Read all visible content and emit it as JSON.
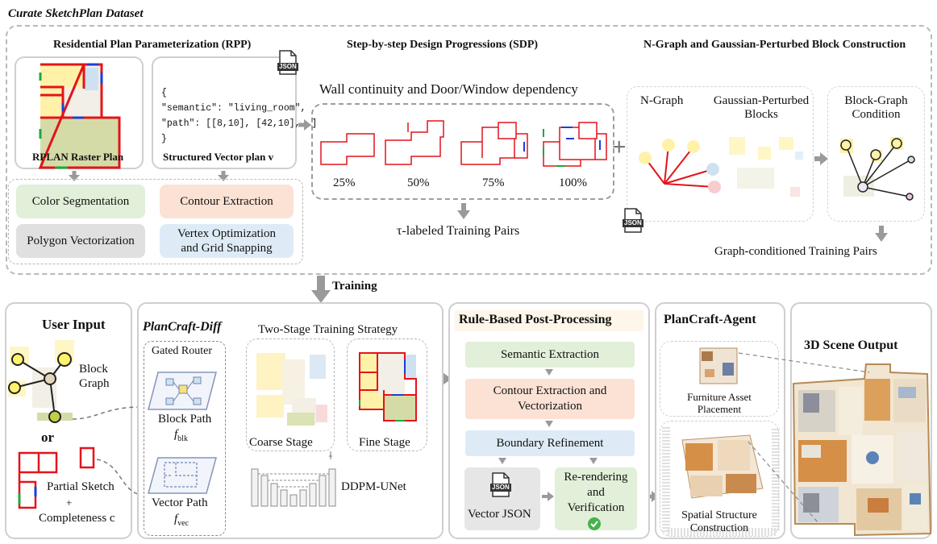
{
  "title": "Curate SketchPlan Dataset",
  "rpp": {
    "title": "Residential Plan Parameterization (RPP)",
    "raster_label": "RPLAN Raster Plan",
    "vector_label": "Structured Vector plan v",
    "json_line1": "{",
    "json_line2": "\"semantic\": \"living_room\",",
    "json_line3": "\"path\": [[8,10], [42,10], …]",
    "json_line4": "}",
    "steps": {
      "color_segmentation": "Color Segmentation",
      "contour_extraction": "Contour Extraction",
      "polygon_vectorization": "Polygon Vectorization",
      "vertex_optimization_1": "Vertex Optimization",
      "vertex_optimization_2": "and Grid Snapping"
    }
  },
  "json_badge": "JSON",
  "sdp": {
    "title": "Step-by-step Design Progressions (SDP)",
    "subtitle": "Wall continuity and Door/Window dependency",
    "p25": "25%",
    "p50": "50%",
    "p75": "75%",
    "p100": "100%",
    "pairs": "τ-labeled Training Pairs"
  },
  "plus": "+",
  "ngraph": {
    "title": "N-Graph and Gaussian-Perturbed Block Construction",
    "ngraph_label": "N-Graph",
    "gpb_line1": "Gaussian-Perturbed",
    "gpb_line2": "Blocks",
    "bg_line1": "Block-Graph",
    "bg_line2": "Condition",
    "pairs": "Graph-conditioned Training Pairs"
  },
  "training_label": "Training",
  "user_input": {
    "title": "User Input",
    "block_graph_1": "Block",
    "block_graph_2": "Graph",
    "or": "or",
    "partial_sketch": "Partial Sketch",
    "plus": "+",
    "completeness": "Completeness c"
  },
  "plancraft_diff": {
    "title": "PlanCraft-Diff",
    "gated_router": "Gated Router",
    "block_path": "Block Path",
    "block_path_sym": "f",
    "block_path_sub": "blk",
    "vector_path": "Vector Path",
    "vector_path_sym": "f",
    "vector_path_sub": "vec",
    "two_stage": "Two-Stage Training Strategy",
    "coarse_stage": "Coarse Stage",
    "fine_stage": "Fine Stage",
    "unet": "DDPM-UNet"
  },
  "post": {
    "title": "Rule-Based Post-Processing",
    "semantic": "Semantic Extraction",
    "contour_1": "Contour Extraction and",
    "contour_2": "Vectorization",
    "boundary": "Boundary Refinement",
    "vector_json": "Vector JSON",
    "rerender_1": "Re-rendering",
    "rerender_2": "and",
    "rerender_3": "Verification"
  },
  "agent": {
    "title": "PlanCraft-Agent",
    "furniture_1": "Furniture Asset",
    "furniture_2": "Placement",
    "spatial_1": "Spatial Structure",
    "spatial_2": "Construction"
  },
  "scene": {
    "title": "3D Scene Output"
  },
  "colors": {
    "green_step": "#e2efd9",
    "orange_step": "#fbe2d5",
    "gray_step": "#e0e0e0",
    "blue_step": "#deebf7",
    "wall_red": "#e3141b",
    "room_yellow": "#fff2a8",
    "room_olive": "#d5dba6"
  }
}
